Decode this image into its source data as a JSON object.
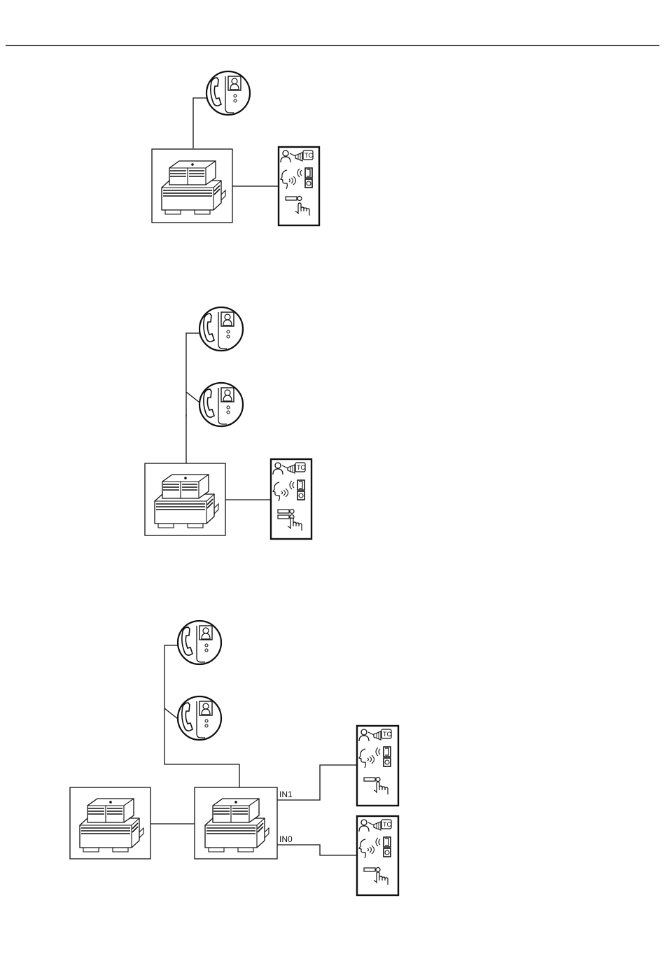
{
  "diagram": {
    "labels": {
      "in1": "IN1",
      "in0": "IN0"
    },
    "panel_badge": "TC",
    "icons": {
      "monitor": "video-monitor-icon",
      "module": "power-supply-module-icon",
      "panel": "door-entry-panel-icon"
    },
    "colors": {
      "line": "#111111",
      "background": "#ffffff"
    }
  }
}
